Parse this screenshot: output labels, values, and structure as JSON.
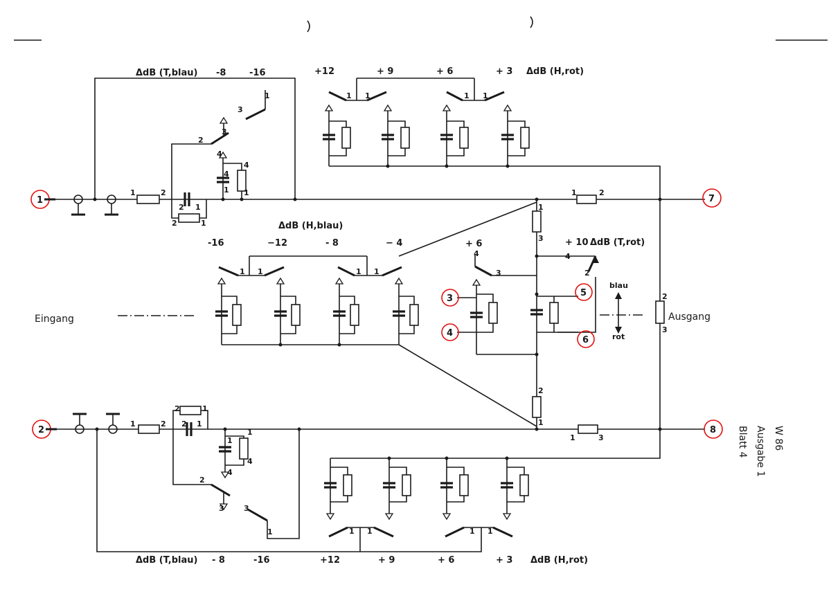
{
  "labels": {
    "top_left": "ΔdB (T,blau)",
    "top_m8": "-8",
    "top_m16": "-16",
    "top_p12": "+12",
    "top_p9": "+ 9",
    "top_p6": "+ 6",
    "top_p3": "+ 3",
    "top_right": "ΔdB (H,rot)",
    "mid_title": "ΔdB (H,blau)",
    "mid_m16": "-16",
    "mid_m12": "−12",
    "mid_m8": "- 8",
    "mid_m4": "− 4",
    "right_p6": "+ 6",
    "right_p10": "+ 10",
    "right_title": "ΔdB (T,rot)",
    "eingang": "Eingang",
    "ausgang": "Ausgang",
    "blau": "blau",
    "rot": "rot",
    "bot_left": "ΔdB (T,blau)",
    "bot_m8": "- 8",
    "bot_m16": "-16",
    "bot_p12": "+12",
    "bot_p9": "+ 9",
    "bot_p6": "+ 6",
    "bot_p3": "+ 3",
    "bot_right": "ΔdB (H,rot)"
  },
  "terminals": [
    "1",
    "2",
    "3",
    "4",
    "5",
    "6",
    "7",
    "8"
  ],
  "sheet_info": {
    "line1": "W 86",
    "line2": "Ausgabe 1",
    "line3": "Blatt 4"
  },
  "colors": {
    "ink": "#1a1a1a",
    "marker": "#e01010",
    "paper": "#ffffff"
  }
}
